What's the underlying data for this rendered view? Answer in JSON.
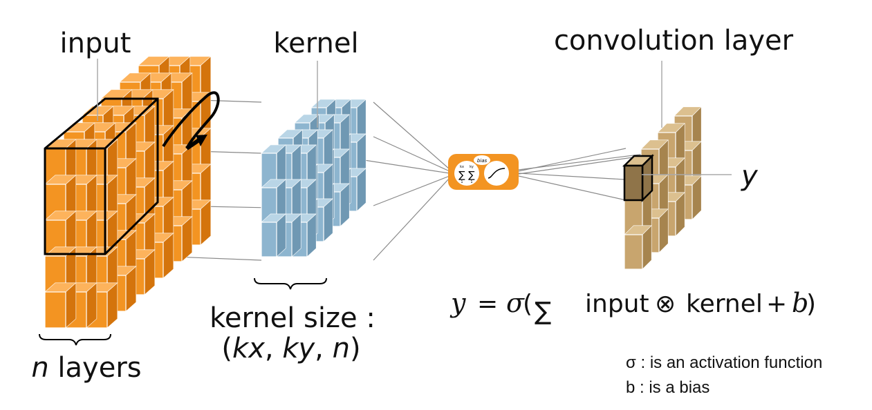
{
  "labels": {
    "input": "input",
    "kernel": "kernel",
    "convolution_layer": "convolution layer",
    "output": "y",
    "kernel_size_title": "kernel size :",
    "kernel_size_open": "(",
    "kernel_size_kx": "kx",
    "kernel_size_ky": "ky",
    "kernel_size_n": "n",
    "kernel_size_sep": ", ",
    "kernel_size_close": ")",
    "layers_n": "n",
    "layers_word": " layers",
    "bias": "bias",
    "sum_upper_kx": "kx",
    "sum_upper_ky": "ky",
    "sum_lower_i": "1",
    "sum_lower_j": "1"
  },
  "formula": {
    "lhs": "y",
    "eq": "=",
    "sigma": "σ",
    "open": "(",
    "sum": "∑",
    "term_input": "input",
    "otimes": "⊗",
    "term_kernel": "kernel",
    "plus": "+",
    "b": "b",
    "close": ")"
  },
  "notes": {
    "sigma_note": "σ : is an activation function",
    "bias_note": "b : is a bias"
  },
  "colors": {
    "input_front": "#F39422",
    "input_top": "#FDB35C",
    "input_side": "#D4740C",
    "kernel_front": "#8DB5CF",
    "kernel_top": "#B9D5E6",
    "kernel_side": "#6F98B3",
    "conv_front": "#C8A56E",
    "conv_top": "#DCC08F",
    "conv_side": "#A6844E",
    "conv_highlight": "#8F7449",
    "neuron_box": "#F39422"
  }
}
